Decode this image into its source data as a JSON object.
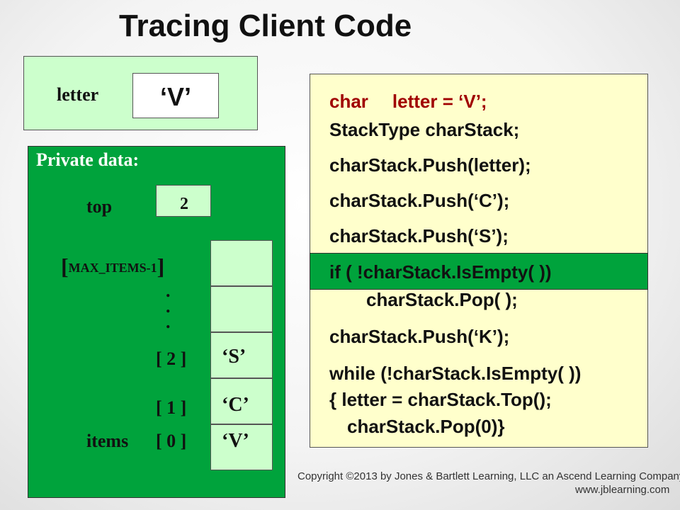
{
  "title": "Tracing Client Code",
  "letter_var": {
    "label": "letter",
    "value": "‘V’"
  },
  "private_data": {
    "label": "Private data:",
    "top": {
      "label": "top",
      "value": "2"
    },
    "max_index_label": "MAX_ITEMS-1",
    "dots": [
      ".",
      ".",
      "."
    ],
    "items_label": "items",
    "cells": [
      {
        "index": "[ 2 ]",
        "value": "‘S’"
      },
      {
        "index": "[ 1 ]",
        "value": "‘C’"
      },
      {
        "index": "[ 0 ]",
        "value": "‘V’"
      }
    ]
  },
  "code": {
    "line1_keyword": "char",
    "line1_rest": "letter = ‘V’;",
    "lines": [
      "StackType  charStack;",
      "charStack.Push(letter);",
      "charStack.Push(‘C’);",
      "charStack.Push(‘S’);",
      "if ( !charStack.IsEmpty( ))",
      "charStack.Pop( );",
      "charStack.Push(‘K’);",
      "while (!charStack.IsEmpty( ))",
      "{ letter = charStack.Top();",
      "charStack.Pop(0)}"
    ],
    "highlight_line": "if ( !charStack.IsEmpty( ))"
  },
  "colors": {
    "light_green": "#ccffcc",
    "green": "#00a33c",
    "light_yellow": "#ffffcc",
    "dark_red": "#a00000"
  },
  "footer": {
    "copyright": "Copyright ©2013 by Jones & Bartlett Learning, LLC an Ascend Learning Company",
    "website": "www.jblearning.com"
  }
}
